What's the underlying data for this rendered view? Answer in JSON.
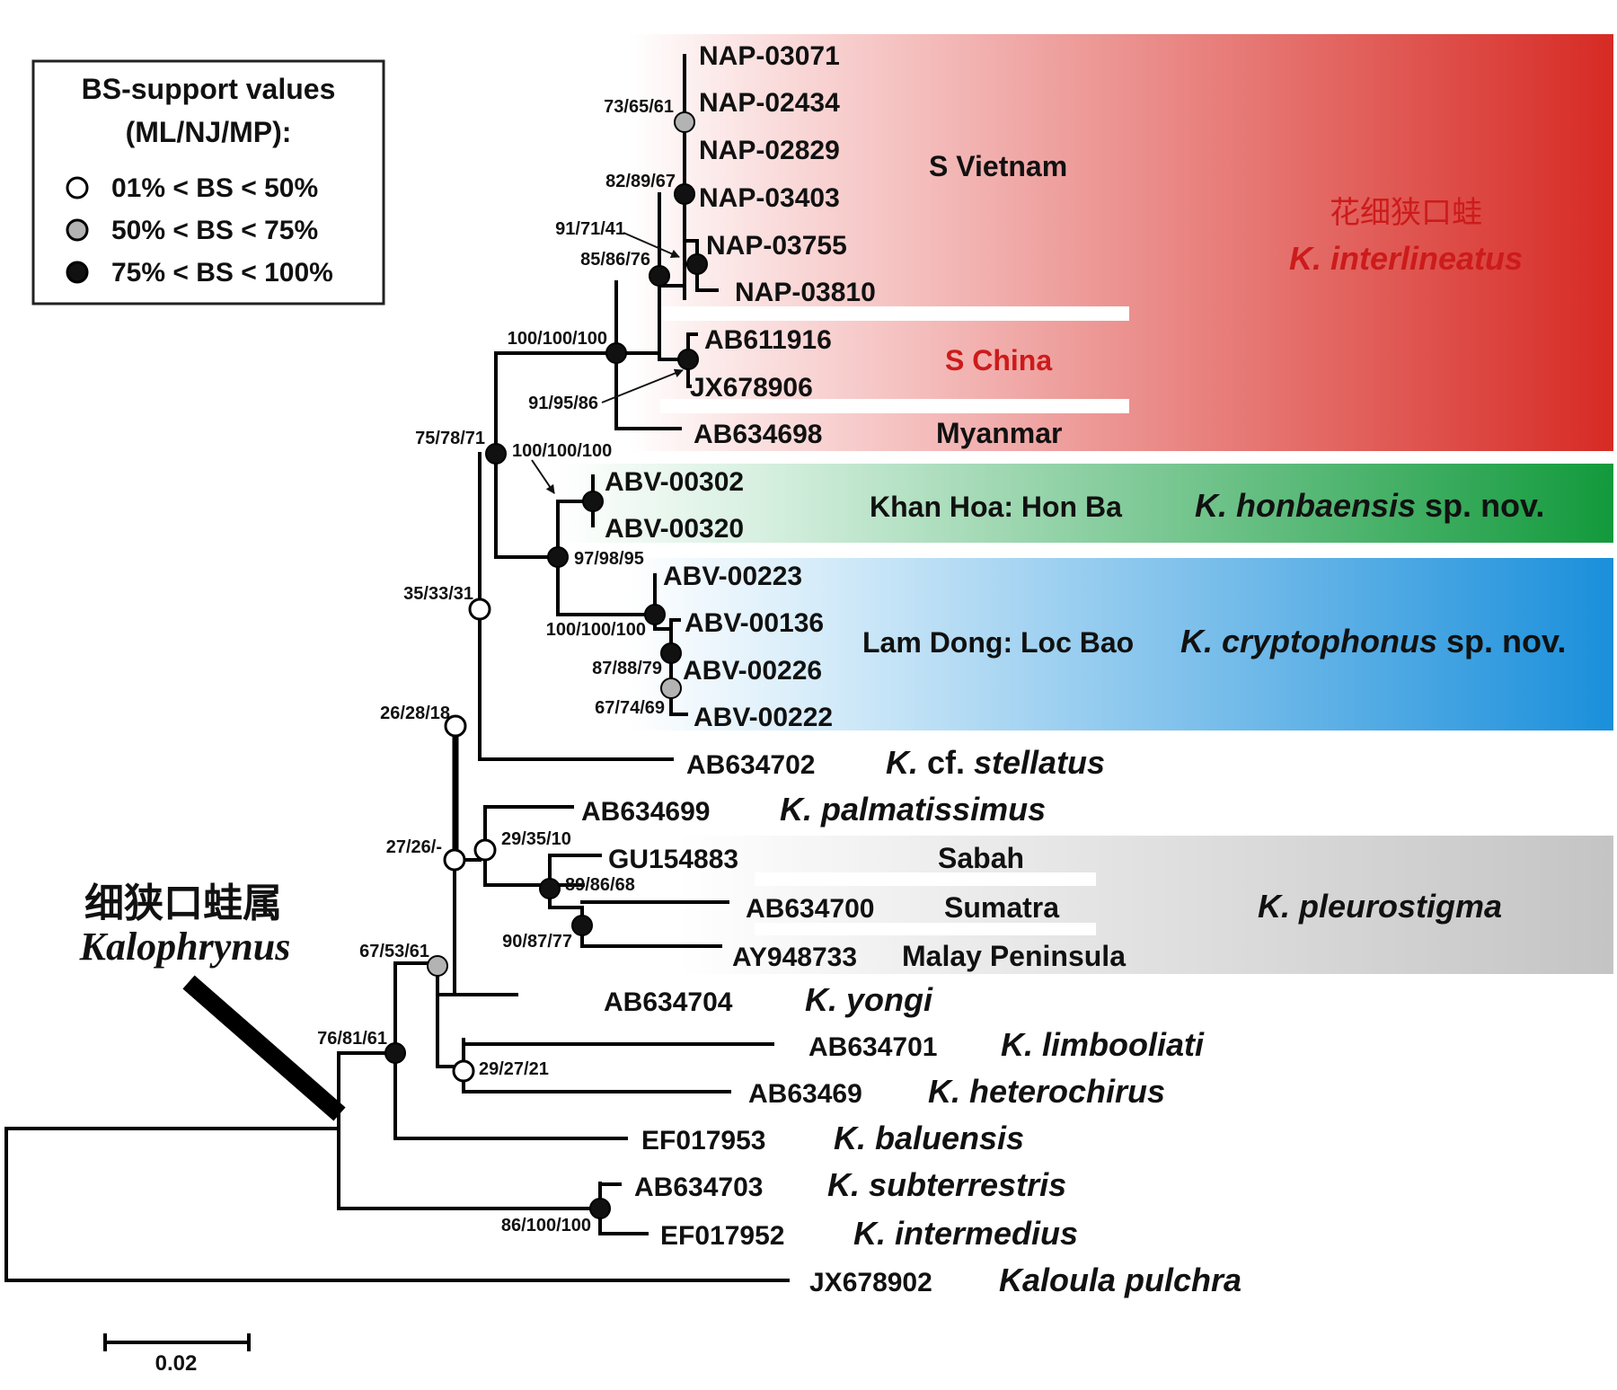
{
  "legend": {
    "title_line1": "BS-support values",
    "title_line2": "(ML/NJ/MP):",
    "items": [
      {
        "label": "01% < BS < 50%",
        "fill": "#ffffff"
      },
      {
        "label": "50% < BS < 75%",
        "fill": "#b3b3b3"
      },
      {
        "label": "75% < BS < 100%",
        "fill": "#111111"
      }
    ]
  },
  "colors": {
    "interlineatus": "#d72a24",
    "honbaensis": "#129a3c",
    "cryptophonus": "#1a8fdb",
    "pleurostigma": "#c8c8c8",
    "red_text": "#cc1b1b"
  },
  "genus": {
    "cn": "细狭口蛙属",
    "latin": "Kalophrynus"
  },
  "scale": {
    "label": "0.02"
  },
  "leaves": {
    "nap03071": "NAP-03071",
    "nap02434": "NAP-02434",
    "nap02829": "NAP-02829",
    "nap03403": "NAP-03403",
    "nap03755": "NAP-03755",
    "nap03810": "NAP-03810",
    "ab611916": "AB611916",
    "jx678906": "JX678906",
    "ab634698": "AB634698",
    "abv00302": "ABV-00302",
    "abv00320": "ABV-00320",
    "abv00223": "ABV-00223",
    "abv00136": "ABV-00136",
    "abv00226": "ABV-00226",
    "abv00222": "ABV-00222",
    "ab634702": "AB634702",
    "ab634699": "AB634699",
    "gu154883": "GU154883",
    "ab634700": "AB634700",
    "ay948733": "AY948733",
    "ab634704": "AB634704",
    "ab634701": "AB634701",
    "ab63469": "AB63469",
    "ef017953": "EF017953",
    "ab634703": "AB634703",
    "ef017952": "EF017952",
    "jx678902": "JX678902"
  },
  "regions": {
    "s_vietnam": "S Vietnam",
    "s_china": "S China",
    "myanmar": "Myanmar",
    "khan_hoa": "Khan Hoa: Hon Ba",
    "lam_dong": "Lam Dong: Loc Bao",
    "sabah": "Sabah",
    "sumatra": "Sumatra",
    "malay": "Malay Peninsula"
  },
  "taxa": {
    "interlineatus_cn": "花细狭口蛙",
    "interlineatus": "K. interlineatus",
    "honbaensis_italic": "K. honbaensis",
    "honbaensis_suffix": " sp. nov.",
    "cryptophonus_italic": "K. cryptophonus",
    "cryptophonus_suffix": " sp. nov.",
    "stellatus_k": "K.",
    "stellatus_cf": " cf. ",
    "stellatus_sp": "stellatus",
    "palmatissimus": "K. palmatissimus",
    "pleurostigma": "K. pleurostigma",
    "yongi": "K. yongi",
    "limbooliati": "K. limbooliati",
    "heterochirus": "K. heterochirus",
    "baluensis": "K. baluensis",
    "subterrestris": "K. subterrestris",
    "intermedius": "K. intermedius",
    "kaloula": "Kaloula pulchra"
  },
  "support": {
    "s1": "73/65/61",
    "s2": "82/89/67",
    "s3": "91/71/41",
    "s4": "85/86/76",
    "s5": "100/100/100",
    "s6": "91/95/86",
    "s7": "75/78/71",
    "s8": "100/100/100",
    "s9": "97/98/95",
    "s10": "35/33/31",
    "s11": "100/100/100",
    "s12": "87/88/79",
    "s13": "67/74/69",
    "s14": "26/28/18",
    "s15": "27/26/-",
    "s16": "29/35/10",
    "s17": "89/86/68",
    "s18": "90/87/77",
    "s19": "67/53/61",
    "s20": "76/81/61",
    "s21": "29/27/21",
    "s22": "86/100/100"
  }
}
